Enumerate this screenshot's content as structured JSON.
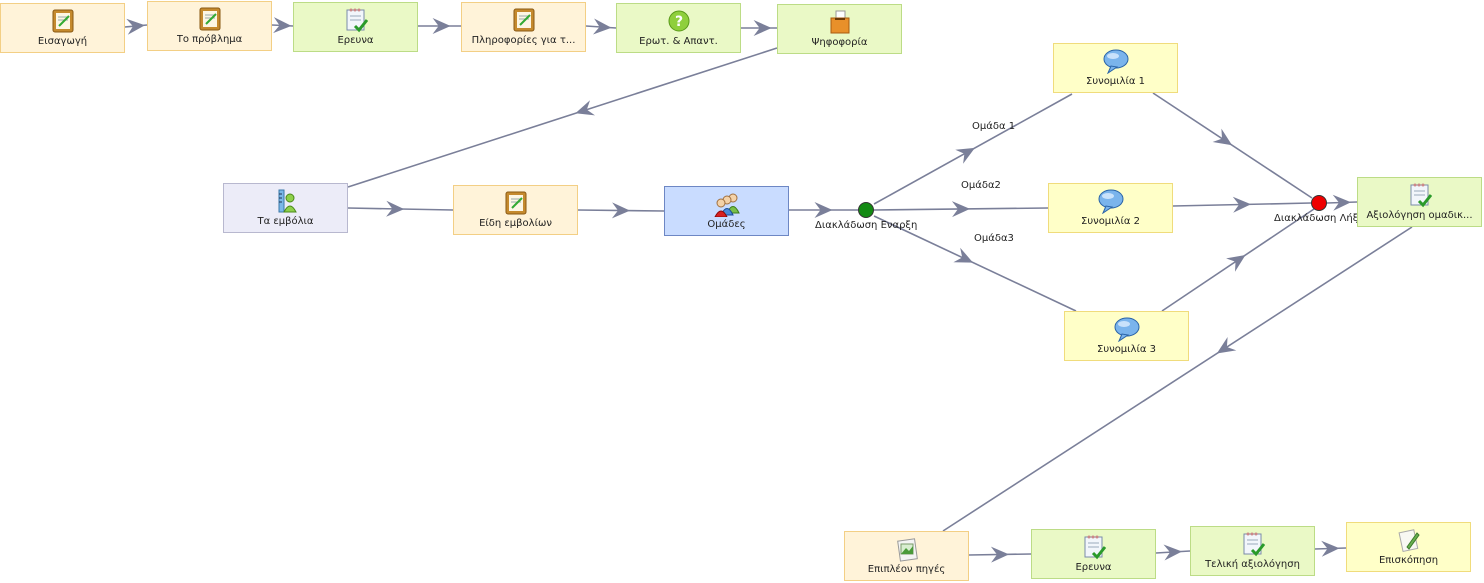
{
  "colors": {
    "edge": "#7a7f99",
    "gate_start": "#138a13",
    "gate_end": "#ee0000"
  },
  "nodes": {
    "n1": {
      "label": "Εισαγωγή",
      "icon": "notepad-icon"
    },
    "n2": {
      "label": "Το πρόβλημα",
      "icon": "notepad-icon"
    },
    "n3": {
      "label": "Ερευνα",
      "icon": "checklist-icon"
    },
    "n4": {
      "label": "Πληροφορίες για τ...",
      "icon": "notepad-icon"
    },
    "n5": {
      "label": "Ερωτ. & Απαντ.",
      "icon": "question-icon"
    },
    "n6": {
      "label": "Ψηφοφορία",
      "icon": "ballot-box-icon"
    },
    "n7": {
      "label": "Τα εμβόλια",
      "icon": "user-ruler-icon"
    },
    "n8": {
      "label": "Είδη εμβολίων",
      "icon": "notepad-icon"
    },
    "n9": {
      "label": "Ομάδες",
      "icon": "group-icon"
    },
    "n10": {
      "label": "Συνομιλία 1",
      "icon": "chat-bubble-icon"
    },
    "n11": {
      "label": "Συνομιλία 2",
      "icon": "chat-bubble-icon"
    },
    "n12": {
      "label": "Συνομιλία 3",
      "icon": "chat-bubble-icon"
    },
    "n13": {
      "label": "Αξιολόγηση ομαδικ...",
      "icon": "checklist-icon"
    },
    "n14": {
      "label": "Επιπλέον πηγές",
      "icon": "image-resource-icon"
    },
    "n15": {
      "label": "Ερευνα",
      "icon": "checklist-icon"
    },
    "n16": {
      "label": "Τελική αξιολόγηση",
      "icon": "checklist-icon"
    },
    "n17": {
      "label": "Επισκόπηση",
      "icon": "pencil-paper-icon"
    }
  },
  "gates": {
    "start": {
      "label": "Διακλάδωση Εναρξη"
    },
    "end": {
      "label": "Διακλάδωση Λήξη"
    }
  },
  "branches": {
    "b1": "Ομάδα 1",
    "b2": "Ομάδα2",
    "b3": "Ομάδα3"
  }
}
